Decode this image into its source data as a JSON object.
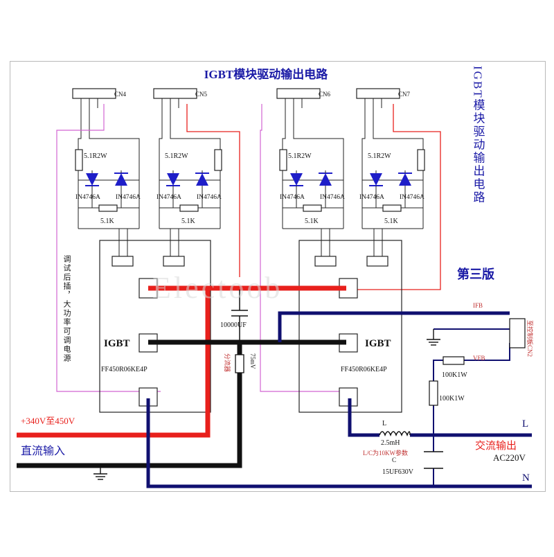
{
  "title": "IGBT模块驱动输出电路",
  "side_title": "IGBT模块驱动输出电路",
  "version": "第三版",
  "connectors": [
    "CN4",
    "CN5",
    "CN6",
    "CN7"
  ],
  "resistor_label": "5.1R2W",
  "diode_left": "IN4746A",
  "diode_right": "IN4746A",
  "small_resistor": "5.1K",
  "capacitor_label": "10000UF",
  "shunt_label": "分流器",
  "shunt_value": "75mV",
  "igbt_label": "IGBT",
  "igbt_part": "FF450R06KE4P",
  "vertical_note": "调试后插，大功率可调电源",
  "dc_voltage": "+340V至450V",
  "dc_input": "直流输入",
  "inductor_name": "L",
  "inductor_value": "2.5mH",
  "lc_note": "L/C为10KW参数",
  "cap_name": "C",
  "cap_value": "15UF630V",
  "ifb": "IFB",
  "vfb": "VFB",
  "feedback_resistor_1": "100K1W",
  "feedback_resistor_2": "100K1W",
  "cn2_label": "至控制板CN2",
  "ac_output": "交流输出",
  "ac_voltage": "AC220V",
  "line_L": "L",
  "line_N": "N",
  "watermark": "Electoob",
  "colors": {
    "blue_text": "#1a1aa6",
    "red_wire": "#e8201c",
    "navy_wire": "#101070",
    "pink_wire": "#d264d2",
    "component_blue": "#1e1ec8"
  }
}
